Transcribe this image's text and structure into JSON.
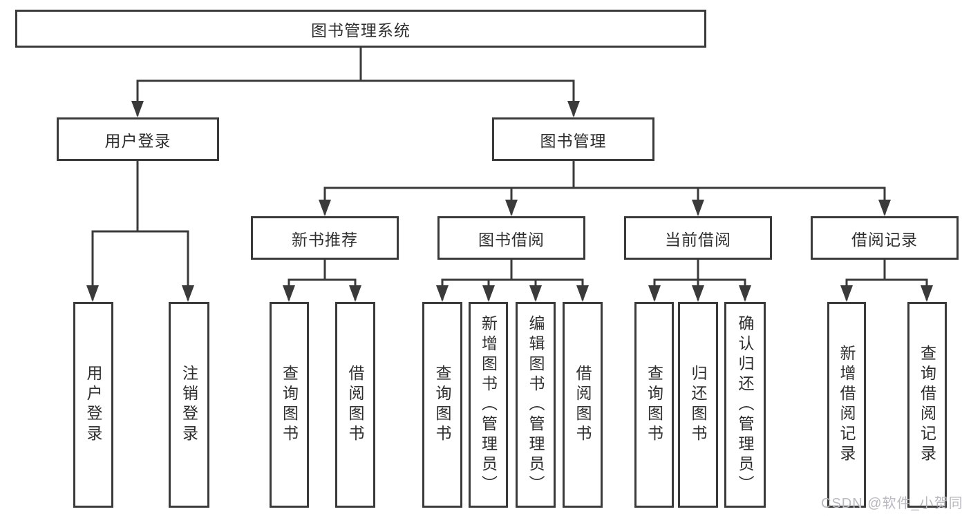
{
  "diagram": {
    "root": {
      "label": "图书管理系统"
    },
    "level1": [
      {
        "label": "用户登录"
      },
      {
        "label": "图书管理"
      }
    ],
    "level2": [
      {
        "label": "新书推荐"
      },
      {
        "label": "图书借阅"
      },
      {
        "label": "当前借阅"
      },
      {
        "label": "借阅记录"
      }
    ],
    "leaves": {
      "user_login": [
        {
          "label": "用户登录"
        },
        {
          "label": "注销登录"
        }
      ],
      "new_books": [
        {
          "label": "查询图书"
        },
        {
          "label": "借阅图书"
        }
      ],
      "book_borrow": [
        {
          "label": "查询图书"
        },
        {
          "label": "新增图书（管理员）"
        },
        {
          "label": "编辑图书（管理员）"
        },
        {
          "label": "借阅图书"
        }
      ],
      "current_borrow": [
        {
          "label": "查询图书"
        },
        {
          "label": "归还图书"
        },
        {
          "label": "确认归还（管理员）"
        }
      ],
      "borrow_records": [
        {
          "label": "新增借阅记录"
        },
        {
          "label": "查询借阅记录"
        }
      ]
    }
  },
  "watermark": {
    "text": "CSDN @软件_小贺同学"
  },
  "colors": {
    "line": "#3a3a3a",
    "border": "#3a3a3a",
    "text": "#2e2e2e",
    "watermark": "#b9b9c1",
    "background": "#ffffff"
  }
}
